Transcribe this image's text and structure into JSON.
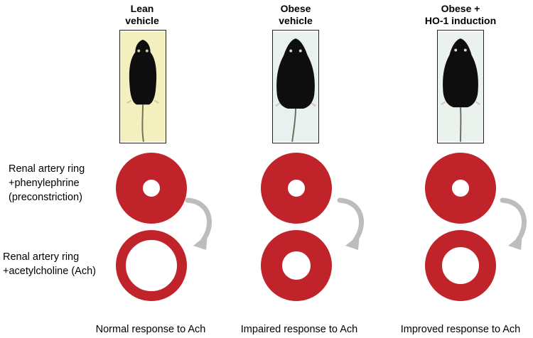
{
  "columns": [
    {
      "title_lines": [
        "Lean",
        "vehicle"
      ],
      "photo_bg": "#f4efbf",
      "post_ring_border_fraction": 0.14,
      "response": "Normal response to Ach"
    },
    {
      "title_lines": [
        "Obese",
        "vehicle"
      ],
      "photo_bg": "#e8f1ee",
      "post_ring_border_fraction": 0.3,
      "response": "Impaired response to Ach"
    },
    {
      "title_lines": [
        "Obese +",
        "HO-1 induction"
      ],
      "photo_bg": "#ebf1ec",
      "post_ring_border_fraction": 0.24,
      "response": "Improved response to Ach"
    }
  ],
  "row_labels": {
    "pre": [
      "Renal artery ring",
      "+phenylephrine",
      "(preconstriction)"
    ],
    "post": [
      "Renal artery ring",
      "+acetylcholine (Ach)"
    ]
  },
  "colors": {
    "ring": "#c0232a",
    "arrow": "#bdbdbd",
    "mouse": "#0e0e0e"
  }
}
